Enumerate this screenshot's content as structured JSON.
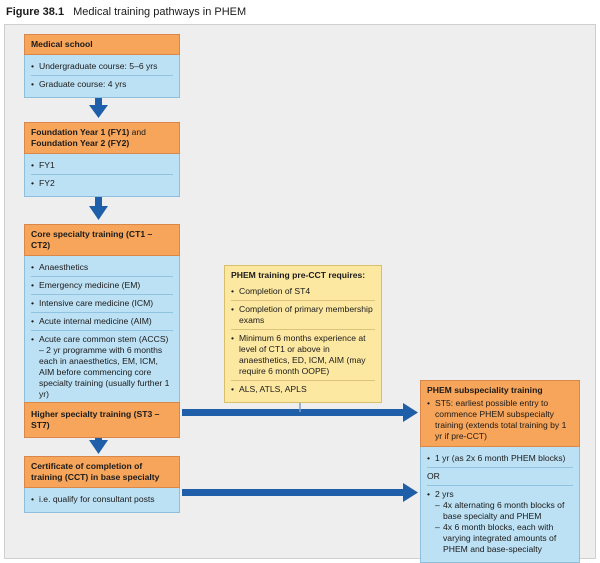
{
  "figure": {
    "number": "Figure 38.1",
    "title": "Medical training pathways in PHEM"
  },
  "medical_school": {
    "title": "Medical school",
    "items": [
      "Undergraduate course: 5–6 yrs",
      "Graduate course: 4 yrs"
    ]
  },
  "foundation": {
    "title_line1": "Foundation Year 1 (FY1)",
    "title_and": " and",
    "title_line2": "Foundation Year 2 (FY2)",
    "items": [
      "FY1",
      "FY2"
    ]
  },
  "core": {
    "title": "Core specialty training (CT1 – CT2)",
    "items": [
      "Anaesthetics",
      "Emergency medicine (EM)",
      "Intensive care medicine (ICM)",
      "Acute internal medicine (AIM)"
    ],
    "accs_label": "Acute care common stem (ACCS)",
    "accs_detail": "– 2 yr programme with 6 months each in anaesthetics, EM, ICM, AIM before commencing core specialty training (usually further 1 yr)"
  },
  "pre_cct": {
    "title": "PHEM training pre-CCT requires:",
    "items": [
      "Completion of ST4",
      "Completion of primary membership exams",
      "Minimum 6 months experience at level of CT1 or above in anaesthetics, ED, ICM, AIM (may require 6 month OOPE)",
      "ALS, ATLS, APLS"
    ]
  },
  "higher": {
    "title": "Higher specialty training (ST3 – ST7)"
  },
  "cct": {
    "title": "Certificate of completion of training (CCT) in base specialty",
    "items": [
      "i.e. qualify for consultant posts"
    ]
  },
  "phem": {
    "title": "PHEM subspeciality training",
    "st5": "ST5: earliest possible entry to commence PHEM subspecialty training (extends total training by 1 yr if pre-CCT)",
    "option1": "1 yr (as 2x 6 month PHEM blocks)",
    "or": "OR",
    "option2": "2 yrs",
    "sub": [
      "4x alternating 6 month blocks of base specialty and PHEM",
      "4x 6 month blocks, each with varying integrated amounts of PHEM and base-specialty"
    ]
  },
  "colors": {
    "orange": "#f6a55a",
    "blue": "#bde1f4",
    "yellow": "#fde8a2",
    "arrow": "#1f5ea8"
  }
}
